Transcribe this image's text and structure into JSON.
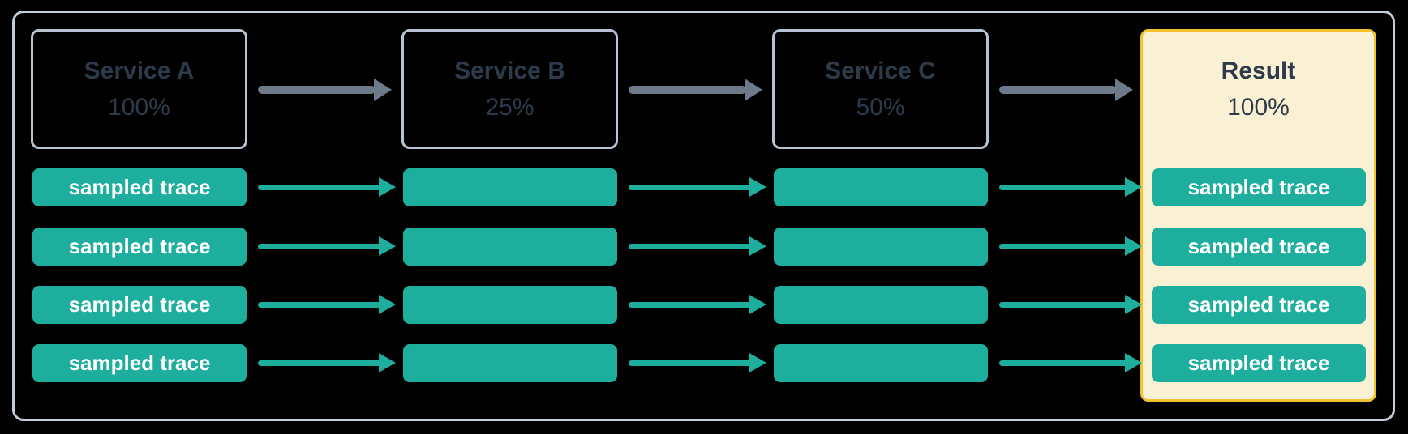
{
  "diagram": {
    "nodes": [
      {
        "name": "Service A",
        "rate": "100%"
      },
      {
        "name": "Service B",
        "rate": "25%"
      },
      {
        "name": "Service C",
        "rate": "50%"
      },
      {
        "name": "Result",
        "rate": "100%"
      }
    ],
    "trace_label": "sampled trace",
    "trace_rows": 4,
    "flow_order": [
      "Service A",
      "Service B",
      "Service C",
      "Result"
    ]
  },
  "colors": {
    "background": "#000000",
    "frame_border": "#C3CDD8",
    "service_box_border": "#B7C3D0",
    "node_text": "#2C3A49",
    "flow_arrow_gray": "#6C7A8A",
    "trace_teal": "#1EAE9E",
    "trace_label_text": "#FFFFFF",
    "result_fill": "#FAF0D4",
    "result_border": "#F2C230"
  }
}
